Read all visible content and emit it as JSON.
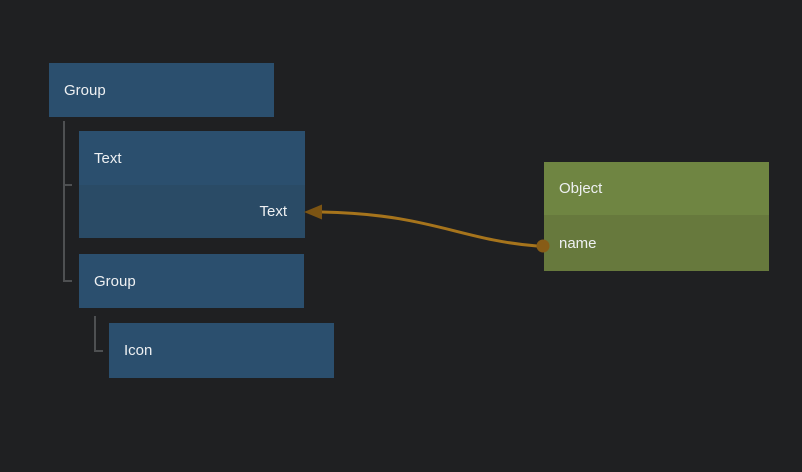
{
  "tree": {
    "root": {
      "label": "Group"
    },
    "text_node": {
      "label": "Text",
      "linked_property": "Text"
    },
    "group_child": {
      "label": "Group"
    },
    "icon_node": {
      "label": "Icon"
    }
  },
  "object_node": {
    "title": "Object",
    "property": "name"
  },
  "connection": {
    "from": "Object.name",
    "to": "Text.Text",
    "line_color": "#a6741c",
    "arrow_color": "#7c5413",
    "dot_color": "#875c16"
  },
  "colors": {
    "background": "#1f2022",
    "node_header_blue": "#2b4f6e",
    "node_subrow_blue": "#2a4b66",
    "object_header_green": "#6f8542",
    "object_row_green": "#67793d",
    "tree_line": "#4e5052",
    "label_text": "#eef0f2"
  }
}
